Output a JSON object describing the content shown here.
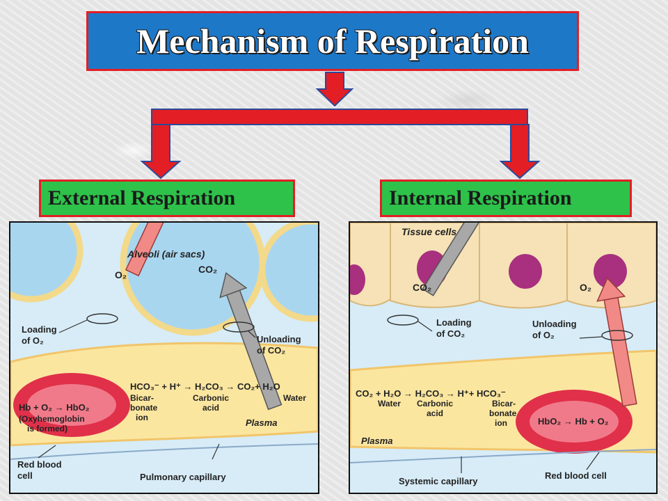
{
  "title": "Mechanism of Respiration",
  "branches": {
    "external": "External  Respiration",
    "internal": "Internal  Respiration"
  },
  "external_panel": {
    "alveoli": "Alveoli (air sacs)",
    "o2": "O₂",
    "co2": "CO₂",
    "loading_l1": "Loading",
    "loading_l2": "of O₂",
    "unloading_l1": "Unloading",
    "unloading_l2": "of CO₂",
    "eq_hco3": "HCO₃⁻ + H⁺ → H₂CO₃ → CO₂+ H₂O",
    "bicar_l1": "Bicar-",
    "bicar_l2": "bonate",
    "bicar_l3": "ion",
    "carbonic_l1": "Carbonic",
    "carbonic_l2": "acid",
    "water": "Water",
    "hb_eq": "Hb + O₂ → HbO₂",
    "oxy_l1": "(Oxyhemoglobin",
    "oxy_l2": "is formed)",
    "plasma": "Plasma",
    "rbc_l1": "Red blood",
    "rbc_l2": "cell",
    "capillary": "Pulmonary capillary"
  },
  "internal_panel": {
    "tissue": "Tissue cells",
    "co2": "CO₂",
    "o2": "O₂",
    "loading_l1": "Loading",
    "loading_l2": "of CO₂",
    "unloading_l1": "Unloading",
    "unloading_l2": "of O₂",
    "eq": "CO₂ + H₂O → H₂CO₃ → H⁺+ HCO₃⁻",
    "water": "Water",
    "carbonic_l1": "Carbonic",
    "carbonic_l2": "acid",
    "bicar_l1": "Bicar-",
    "bicar_l2": "bonate",
    "bicar_l3": "ion",
    "hb_eq": "HbO₂ → Hb + O₂",
    "plasma": "Plasma",
    "capillary": "Systemic capillary",
    "rbc": "Red blood cell"
  },
  "colors": {
    "title_bg": "#1e78c8",
    "border_red": "#e31e24",
    "label_green": "#2ec24a",
    "arrow_red": "#e8312a",
    "plasma_yellow": "#fbe6a0",
    "rbc_red": "#e0304a"
  }
}
